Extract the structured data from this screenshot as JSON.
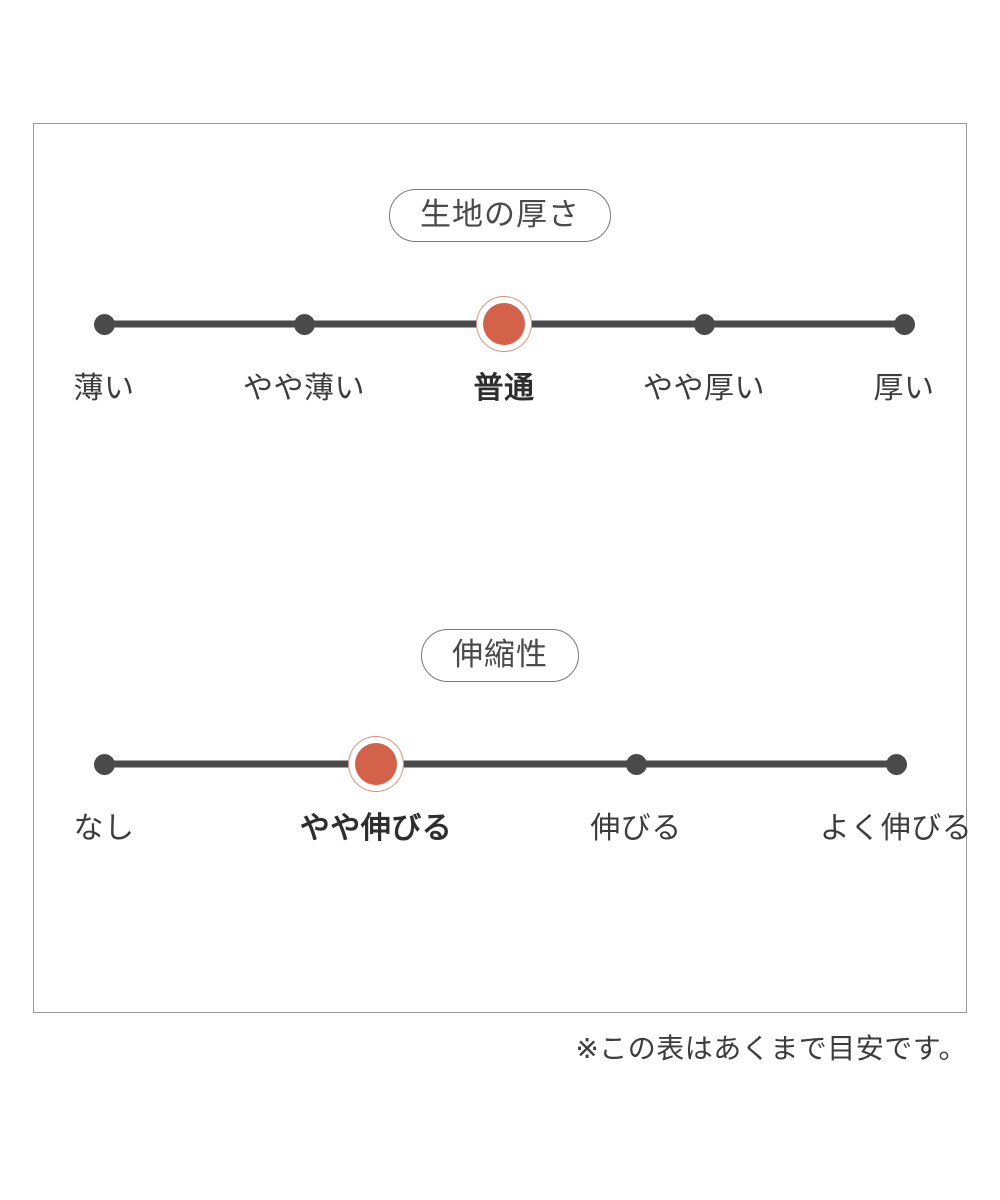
{
  "panel": {
    "accent_color": "#d4614a",
    "dot_color": "#4a4a4a",
    "border_color": "#9a9a9a"
  },
  "sections": [
    {
      "heading": "生地の厚さ",
      "options": [
        {
          "label": "薄い",
          "selected": false
        },
        {
          "label": "やや薄い",
          "selected": false
        },
        {
          "label": "普通",
          "selected": true
        },
        {
          "label": "やや厚い",
          "selected": false
        },
        {
          "label": "厚い",
          "selected": false
        }
      ]
    },
    {
      "heading": "伸縮性",
      "options": [
        {
          "label": "なし",
          "selected": false
        },
        {
          "label": "やや伸びる",
          "selected": true
        },
        {
          "label": "伸びる",
          "selected": false
        },
        {
          "label": "よく伸びる",
          "selected": false
        }
      ]
    }
  ],
  "footnote": "※この表はあくまで目安です。",
  "chart_data": {
    "type": "table",
    "title": "",
    "scales": [
      {
        "name": "生地の厚さ",
        "categories": [
          "薄い",
          "やや薄い",
          "普通",
          "やや厚い",
          "厚い"
        ],
        "selected_index": 2,
        "selected_value": "普通",
        "steps": 5
      },
      {
        "name": "伸縮性",
        "categories": [
          "なし",
          "やや伸びる",
          "伸びる",
          "よく伸びる"
        ],
        "selected_index": 1,
        "selected_value": "やや伸びる",
        "steps": 4
      }
    ],
    "note": "※この表はあくまで目安です。"
  }
}
